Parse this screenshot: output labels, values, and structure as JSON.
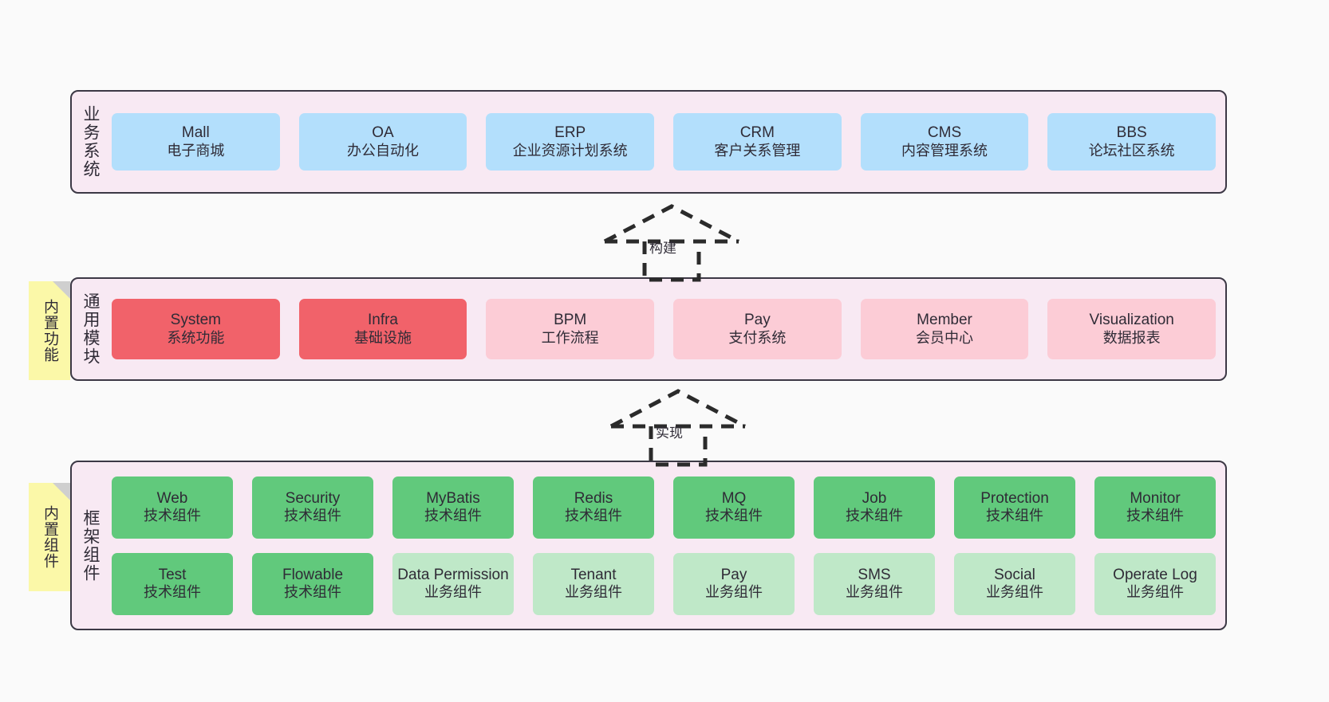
{
  "diagram": {
    "background_color": "#fafafa",
    "layer_fill": "#f8e9f3",
    "layer_border": "#3c3845",
    "colors": {
      "business": "#b3dffc",
      "module_core": "#f1626a",
      "module_optional": "#fcccd6",
      "tech_component": "#61c97c",
      "business_component": "#bfe8c8",
      "sticky": "#fbf8a8"
    }
  },
  "layers": {
    "business": {
      "title": "业务系统",
      "nodes": [
        {
          "en": "Mall",
          "cn": "电子商城"
        },
        {
          "en": "OA",
          "cn": "办公自动化"
        },
        {
          "en": "ERP",
          "cn": "企业资源计划系统"
        },
        {
          "en": "CRM",
          "cn": "客户关系管理"
        },
        {
          "en": "CMS",
          "cn": "内容管理系统"
        },
        {
          "en": "BBS",
          "cn": "论坛社区系统"
        }
      ]
    },
    "common": {
      "title": "通用模块",
      "sticky": "内置功能",
      "nodes": [
        {
          "en": "System",
          "cn": "系统功能",
          "style": "core"
        },
        {
          "en": "Infra",
          "cn": "基础设施",
          "style": "core"
        },
        {
          "en": "BPM",
          "cn": "工作流程",
          "style": "optional"
        },
        {
          "en": "Pay",
          "cn": "支付系统",
          "style": "optional"
        },
        {
          "en": "Member",
          "cn": "会员中心",
          "style": "optional"
        },
        {
          "en": "Visualization",
          "cn": "数据报表",
          "style": "optional"
        }
      ]
    },
    "framework": {
      "title": "框架组件",
      "sticky": "内置组件",
      "row1": [
        {
          "en": "Web",
          "cn": "技术组件",
          "style": "tech"
        },
        {
          "en": "Security",
          "cn": "技术组件",
          "style": "tech"
        },
        {
          "en": "MyBatis",
          "cn": "技术组件",
          "style": "tech"
        },
        {
          "en": "Redis",
          "cn": "技术组件",
          "style": "tech"
        },
        {
          "en": "MQ",
          "cn": "技术组件",
          "style": "tech"
        },
        {
          "en": "Job",
          "cn": "技术组件",
          "style": "tech"
        },
        {
          "en": "Protection",
          "cn": "技术组件",
          "style": "tech"
        },
        {
          "en": "Monitor",
          "cn": "技术组件",
          "style": "tech"
        }
      ],
      "row2": [
        {
          "en": "Test",
          "cn": "技术组件",
          "style": "tech"
        },
        {
          "en": "Flowable",
          "cn": "技术组件",
          "style": "tech"
        },
        {
          "en": "Data Permission",
          "cn": "业务组件",
          "style": "business"
        },
        {
          "en": "Tenant",
          "cn": "业务组件",
          "style": "business"
        },
        {
          "en": "Pay",
          "cn": "业务组件",
          "style": "business"
        },
        {
          "en": "SMS",
          "cn": "业务组件",
          "style": "business"
        },
        {
          "en": "Social",
          "cn": "业务组件",
          "style": "business"
        },
        {
          "en": "Operate Log",
          "cn": "业务组件",
          "style": "business"
        }
      ]
    }
  },
  "connectors": [
    {
      "name": "build",
      "label": "构建",
      "style": "dashed-generalization"
    },
    {
      "name": "implement",
      "label": "实现",
      "style": "dashed-generalization"
    }
  ]
}
